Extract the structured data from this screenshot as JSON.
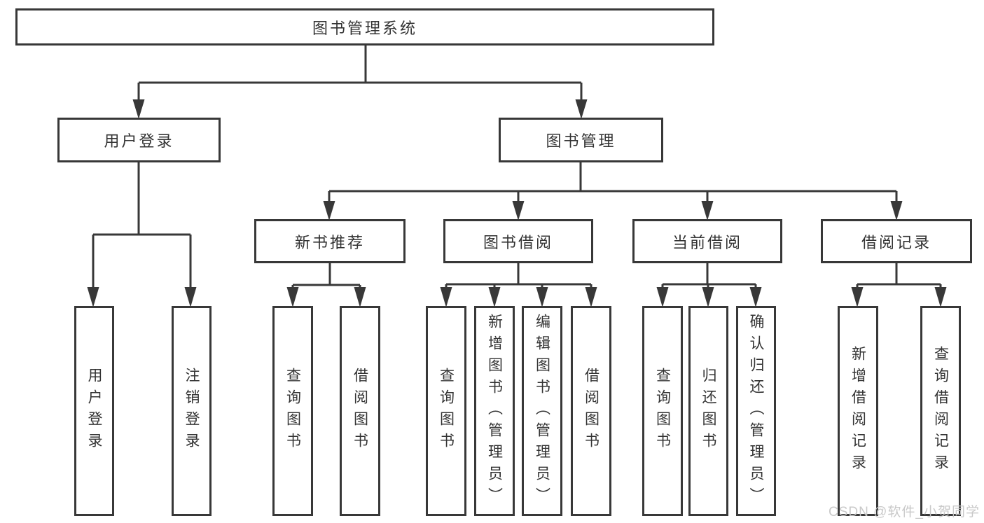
{
  "diagram": {
    "root": "图书管理系统",
    "branches": {
      "user_login": "用户登录",
      "book_manage": "图书管理"
    },
    "modules": {
      "new_books": "新书推荐",
      "book_borrow": "图书借阅",
      "current_borrow": "当前借阅",
      "borrow_records": "借阅记录"
    },
    "leaves": {
      "user_login_1": "用户登录",
      "user_login_2": "注销登录",
      "new_books_1": "查询图书",
      "new_books_2": "借阅图书",
      "book_borrow_1": "查询图书",
      "book_borrow_2": "新增图书（管理员）",
      "book_borrow_3": "编辑图书（管理员）",
      "book_borrow_4": "借阅图书",
      "current_borrow_1": "查询图书",
      "current_borrow_2": "归还图书",
      "current_borrow_3": "确认归还（管理员）",
      "borrow_records_1": "新增借阅记录",
      "borrow_records_2": "查询借阅记录"
    }
  },
  "watermark": "CSDN @软件_小贺同学",
  "colors": {
    "line": "#383838",
    "text": "#333333",
    "watermark": "#c6c6c6"
  }
}
